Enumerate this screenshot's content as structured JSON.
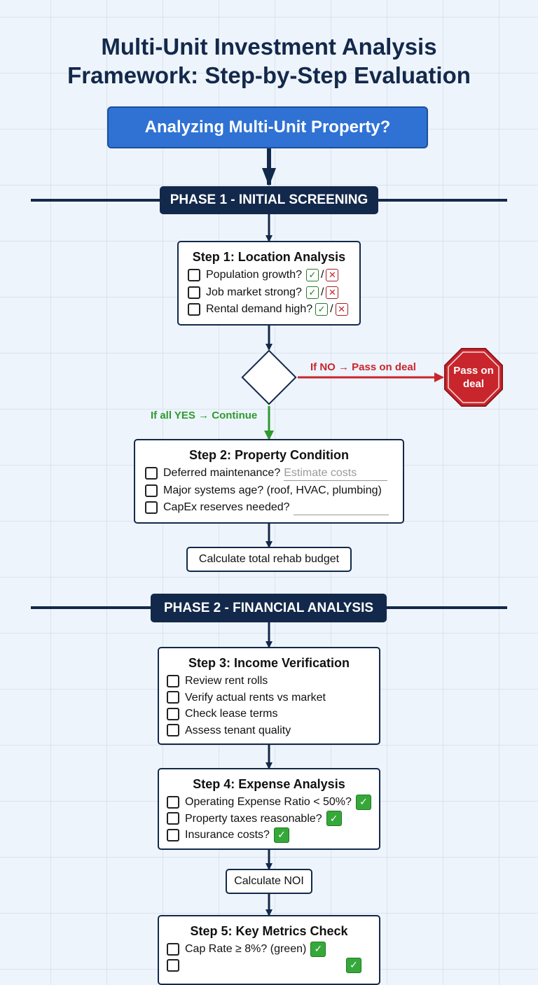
{
  "title_line1": "Multi-Unit Investment Analysis",
  "title_line2": "Framework: Step-by-Step Evaluation",
  "start": "Analyzing Multi-Unit Property?",
  "phase1": "PHASE 1 - INITIAL SCREENING",
  "phase2": "PHASE 2 - FINANCIAL ANALYSIS",
  "step1": {
    "title": "Step 1: Location Analysis",
    "items": [
      "Population growth?",
      "Job market strong?",
      "Rental demand high?"
    ],
    "yes_icon": "check-icon",
    "no_icon": "x-icon",
    "separator": "/"
  },
  "decision": {
    "no_label": "If NO → Pass on deal",
    "yes_label": "If all YES → Continue",
    "stop_line1": "Pass on",
    "stop_line2": "deal"
  },
  "step2": {
    "title": "Step 2: Property Condition",
    "items": [
      {
        "text": "Deferred maintenance?",
        "hint": "Estimate costs"
      },
      {
        "text": "Major systems age? (roof, HVAC, plumbing)"
      },
      {
        "text": "CapEx reserves needed?"
      }
    ]
  },
  "calc_rehab": "Calculate total rehab budget",
  "step3": {
    "title": "Step 3: Income Verification",
    "items": [
      "Review rent rolls",
      "Verify actual rents vs market",
      "Check lease terms",
      "Assess tenant quality"
    ]
  },
  "step4": {
    "title": "Step 4: Expense Analysis",
    "items": [
      "Operating Expense Ratio < 50%?",
      "Property taxes reasonable?",
      "Insurance costs?"
    ]
  },
  "calc_noi": "Calculate NOI",
  "step5": {
    "title": "Step 5: Key Metrics Check",
    "items": [
      "Cap Rate ≥ 8%? (green)"
    ]
  },
  "colors": {
    "navy": "#13294b",
    "blue": "#2f72d4",
    "green": "#2f9a2f",
    "red": "#c8262c"
  }
}
